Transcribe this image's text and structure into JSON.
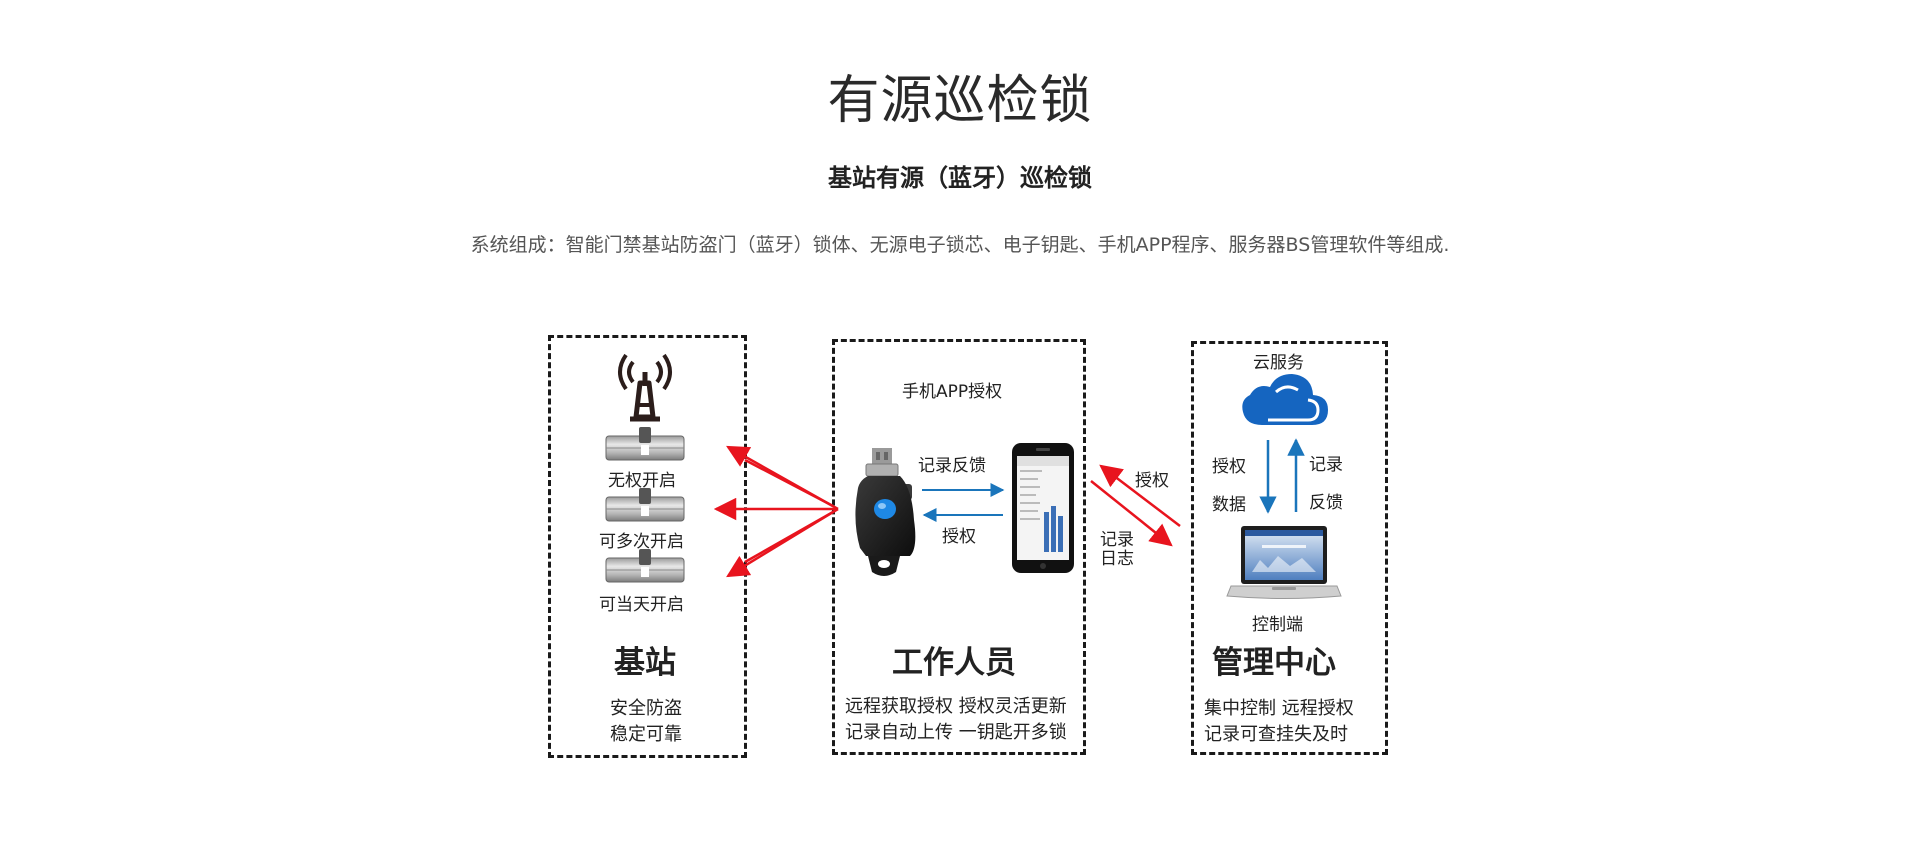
{
  "header": {
    "title": "有源巡检锁",
    "subtitle": "基站有源（蓝牙）巡检锁",
    "description": "系统组成：智能门禁基站防盗门（蓝牙）锁体、无源电子锁芯、电子钥匙、手机APP程序、服务器BS管理软件等组成."
  },
  "base_station": {
    "lock_labels": [
      "无权开启",
      "可多次开启",
      "可当天开启"
    ],
    "title": "基站",
    "features": [
      "安全防盗",
      "稳定可靠"
    ]
  },
  "worker": {
    "app_auth_label": "手机APP授权",
    "record_feedback_label": "记录反馈",
    "authorize_label": "授权",
    "title": "工作人员",
    "features": [
      "远程获取授权 授权灵活更新",
      "记录自动上传 一钥匙开多锁"
    ]
  },
  "link_labels": {
    "authorize": "授权",
    "record_log": [
      "记录",
      "日志"
    ]
  },
  "management": {
    "cloud_label": "云服务",
    "down_labels": [
      "授权",
      "数据"
    ],
    "up_labels": [
      "记录",
      "反馈"
    ],
    "control_label": "控制端",
    "title": "管理中心",
    "features": [
      "集中控制 远程授权",
      "记录可查挂失及时"
    ]
  },
  "icons": [
    "antenna-tower-icon",
    "lock-cylinder-icon",
    "bluetooth-key-icon",
    "smartphone-icon",
    "cloud-icon",
    "laptop-icon"
  ],
  "colors": {
    "red_arrow": "#e8141e",
    "blue_arrow": "#1a75bb",
    "cloud": "#1565c0",
    "key_button": "#1e88e5"
  }
}
